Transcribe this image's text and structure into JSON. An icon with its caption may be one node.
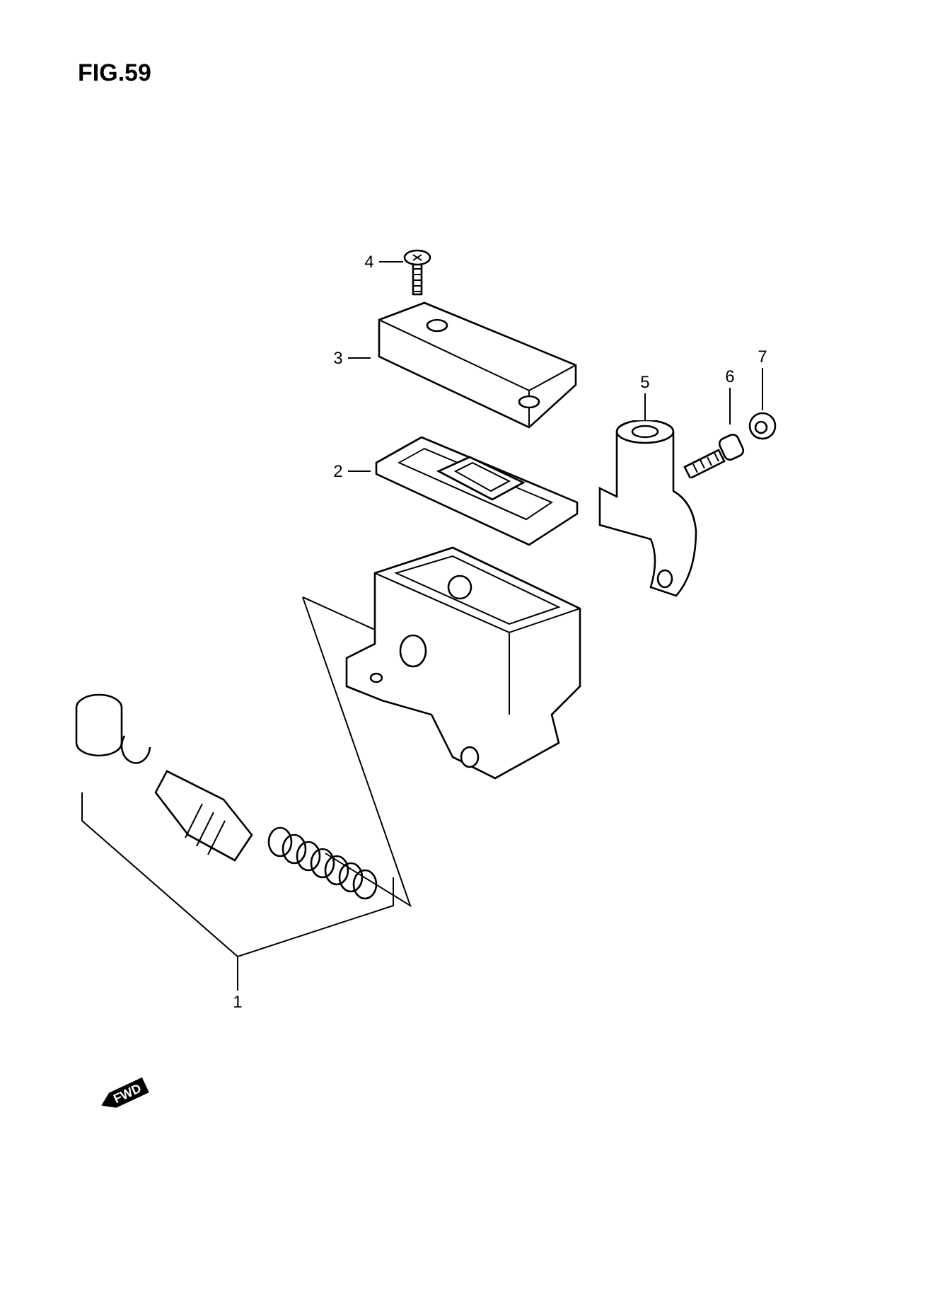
{
  "diagram": {
    "title": "FIG.59",
    "nodes": [
      {
        "text": [
          "4"
        ]
      },
      {
        "text": [],
        "shape": "picture"
      },
      {
        "text": [
          "3"
        ]
      },
      {
        "text": [],
        "shape": "picture"
      },
      {
        "text": [
          "5"
        ]
      },
      {
        "text": [
          "6"
        ]
      },
      {
        "text": [
          "7"
        ]
      },
      {
        "text": [],
        "shape": "picture"
      },
      {
        "text": [],
        "shape": "picture"
      },
      {
        "text": [],
        "shape": "picture"
      },
      {
        "text": [
          "2"
        ]
      },
      {
        "text": [],
        "shape": "picture"
      },
      {
        "text": [
          "1"
        ]
      },
      {
        "text": [],
        "shape": "picture"
      }
    ],
    "edges": [
      {
        "from": 0,
        "to": 1,
        "arrow": "none"
      },
      {
        "from": 2,
        "to": 3,
        "arrow": "none"
      },
      {
        "from": 4,
        "to": 7,
        "arrow": "none"
      },
      {
        "from": 5,
        "to": 8,
        "arrow": "none"
      },
      {
        "from": 6,
        "to": 9,
        "arrow": "none"
      },
      {
        "from": 10,
        "to": 11,
        "arrow": "none"
      },
      {
        "from": 12,
        "to": 13,
        "arrow": "none"
      }
    ],
    "labels": [
      "FWD"
    ]
  }
}
